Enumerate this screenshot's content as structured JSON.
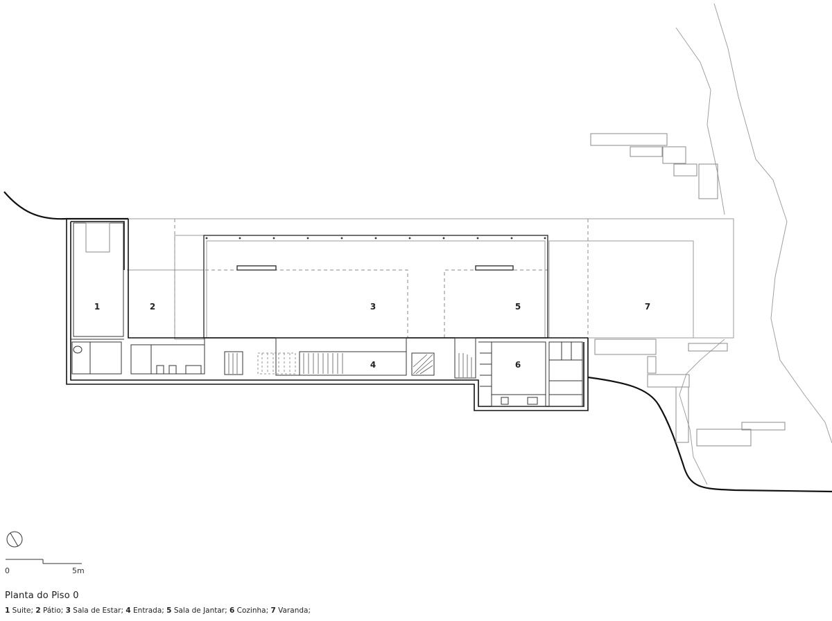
{
  "plan": {
    "rooms": [
      {
        "num": "1",
        "name": "Suite"
      },
      {
        "num": "2",
        "name": "Pátio"
      },
      {
        "num": "3",
        "name": "Sala de Estar"
      },
      {
        "num": "4",
        "name": "Entrada"
      },
      {
        "num": "5",
        "name": "Sala de Jantar"
      },
      {
        "num": "6",
        "name": "Cozinha"
      },
      {
        "num": "7",
        "name": "Varanda"
      }
    ]
  },
  "scale": {
    "start_label": "0",
    "end_label": "5m"
  },
  "title": "Planta do Piso 0",
  "colors": {
    "line": "#1a1a1a",
    "thin": "#9a9a9a",
    "dash": "#8a8a8a"
  }
}
